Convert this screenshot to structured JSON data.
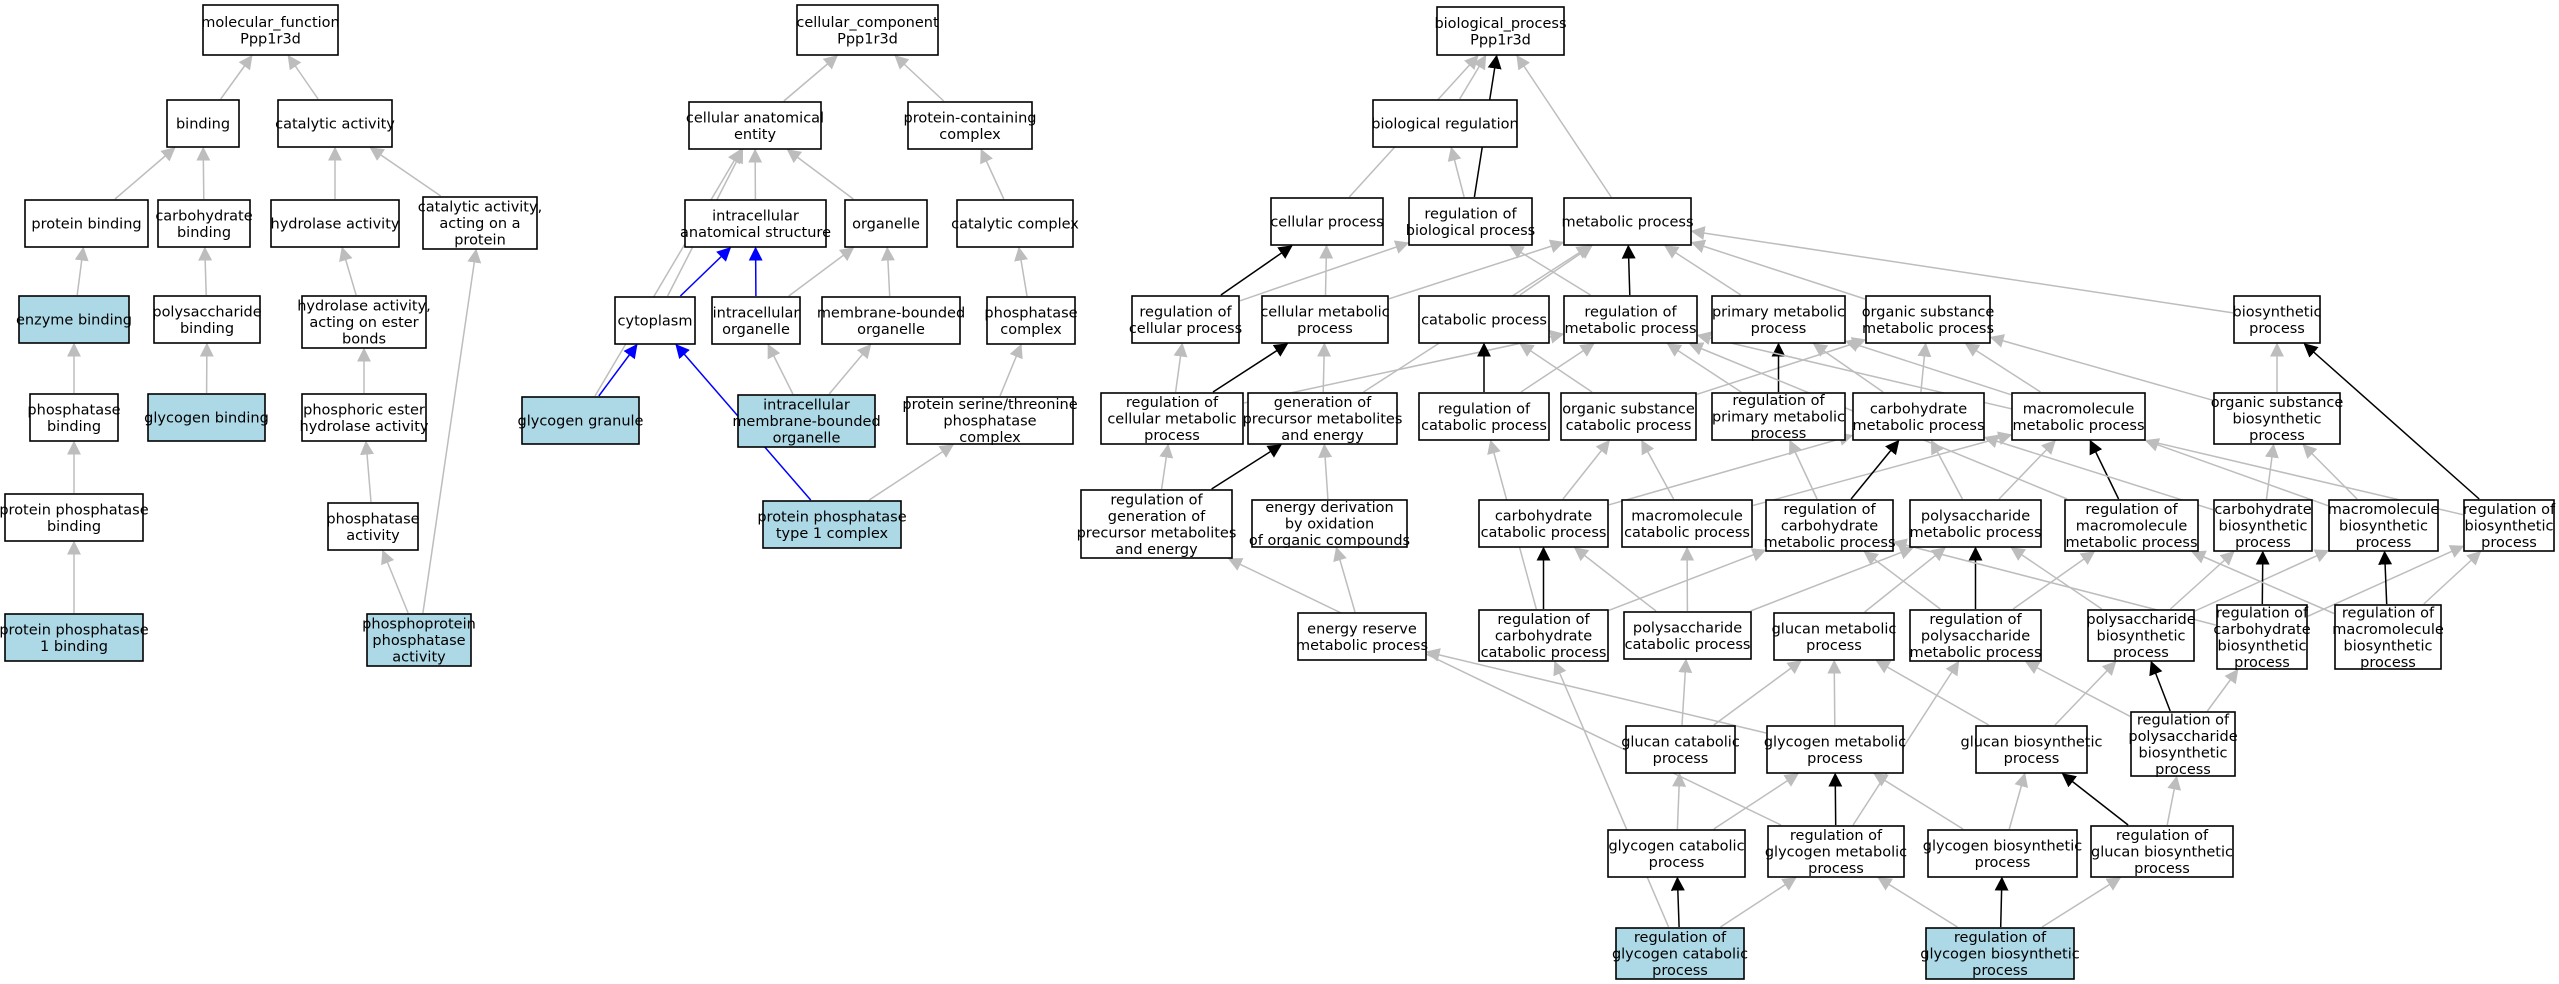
{
  "colors": {
    "highlight": "#add8e6",
    "plain": "#ffffff",
    "edge_gray": "#bdbdbd",
    "edge_black": "#000000",
    "edge_blue": "#0000ff"
  },
  "nodes": {
    "mf_root": [
      "molecular_function",
      "Ppp1r3d"
    ],
    "binding": [
      "binding"
    ],
    "catalytic": [
      "catalytic activity"
    ],
    "protein_binding": [
      "protein binding"
    ],
    "carb_binding": [
      "carbohydrate",
      "binding"
    ],
    "hydrolase": [
      "hydrolase activity"
    ],
    "cat_protein": [
      "catalytic activity,",
      "acting on a",
      "protein"
    ],
    "enzyme_binding": [
      "enzyme binding"
    ],
    "polysacc_binding": [
      "polysaccharide",
      "binding"
    ],
    "hydro_ester": [
      "hydrolase activity,",
      "acting on ester",
      "bonds"
    ],
    "phosphatase_binding": [
      "phosphatase",
      "binding"
    ],
    "glycogen_binding": [
      "glycogen binding"
    ],
    "phos_ester": [
      "phosphoric ester",
      "hydrolase activity"
    ],
    "pp_binding": [
      "protein phosphatase",
      "binding"
    ],
    "phosphatase_act": [
      "phosphatase",
      "activity"
    ],
    "pp1_binding": [
      "protein phosphatase",
      "1 binding"
    ],
    "phosphoprot": [
      "phosphoprotein",
      "phosphatase",
      "activity"
    ],
    "cc_root": [
      "cellular_component",
      "Ppp1r3d"
    ],
    "cae": [
      "cellular anatomical",
      "entity"
    ],
    "pcc": [
      "protein-containing",
      "complex"
    ],
    "ias": [
      "intracellular",
      "anatomical structure"
    ],
    "organelle": [
      "organelle"
    ],
    "cat_complex": [
      "catalytic complex"
    ],
    "cytoplasm": [
      "cytoplasm"
    ],
    "intra_org": [
      "intracellular",
      "organelle"
    ],
    "mbo": [
      "membrane-bounded",
      "organelle"
    ],
    "phos_complex": [
      "phosphatase",
      "complex"
    ],
    "gly_granule": [
      "glycogen granule"
    ],
    "imbo": [
      "intracellular",
      "membrane-bounded",
      "organelle"
    ],
    "pstp_complex": [
      "protein serine/threonine",
      "phosphatase",
      "complex"
    ],
    "pp1_complex": [
      "protein phosphatase",
      "type 1 complex"
    ],
    "bp_root": [
      "biological_process",
      "Ppp1r3d"
    ],
    "bio_reg": [
      "biological regulation"
    ],
    "cell_proc": [
      "cellular process"
    ],
    "reg_bio": [
      "regulation of",
      "biological process"
    ],
    "met_proc": [
      "metabolic process"
    ],
    "reg_cell": [
      "regulation of",
      "cellular process"
    ],
    "cell_met": [
      "cellular metabolic",
      "process"
    ],
    "catab": [
      "catabolic process"
    ],
    "reg_met": [
      "regulation of",
      "metabolic process"
    ],
    "prim_met": [
      "primary metabolic",
      "process"
    ],
    "org_met": [
      "organic substance",
      "metabolic process"
    ],
    "biosyn": [
      "biosynthetic",
      "process"
    ],
    "reg_cell_met": [
      "regulation of",
      "cellular metabolic",
      "process"
    ],
    "gen_prec": [
      "generation of",
      "precursor metabolites",
      "and energy"
    ],
    "reg_catab": [
      "regulation of",
      "catabolic process"
    ],
    "org_catab": [
      "organic substance",
      "catabolic process"
    ],
    "reg_prim": [
      "regulation of",
      "primary metabolic",
      "process"
    ],
    "carb_met": [
      "carbohydrate",
      "metabolic process"
    ],
    "macro_met": [
      "macromolecule",
      "metabolic process"
    ],
    "org_biosyn": [
      "organic substance",
      "biosynthetic",
      "process"
    ],
    "reg_gen": [
      "regulation of",
      "generation of",
      "precursor metabolites",
      "and energy"
    ],
    "energy_der": [
      "energy derivation",
      "by oxidation",
      "of organic compounds"
    ],
    "carb_catab": [
      "carbohydrate",
      "catabolic process"
    ],
    "macro_catab": [
      "macromolecule",
      "catabolic process"
    ],
    "reg_carb_met": [
      "regulation of",
      "carbohydrate",
      "metabolic process"
    ],
    "polysacc_met": [
      "polysaccharide",
      "metabolic process"
    ],
    "reg_macro_met": [
      "regulation of",
      "macromolecule",
      "metabolic process"
    ],
    "carb_bio": [
      "carbohydrate",
      "biosynthetic",
      "process"
    ],
    "macro_bio": [
      "macromolecule",
      "biosynthetic",
      "process"
    ],
    "reg_biosyn": [
      "regulation of",
      "biosynthetic",
      "process"
    ],
    "energy_res": [
      "energy reserve",
      "metabolic process"
    ],
    "reg_carb_catab": [
      "regulation of",
      "carbohydrate",
      "catabolic process"
    ],
    "polysacc_catab": [
      "polysaccharide",
      "catabolic process"
    ],
    "glucan_met": [
      "glucan metabolic",
      "process"
    ],
    "reg_polysacc_met": [
      "regulation of",
      "polysaccharide",
      "metabolic process"
    ],
    "polysacc_bio": [
      "polysaccharide",
      "biosynthetic",
      "process"
    ],
    "reg_carb_bio": [
      "regulation of",
      "carbohydrate",
      "biosynthetic",
      "process"
    ],
    "reg_macro_bio": [
      "regulation of",
      "macromolecule",
      "biosynthetic",
      "process"
    ],
    "glucan_catab": [
      "glucan catabolic",
      "process"
    ],
    "glycogen_met": [
      "glycogen metabolic",
      "process"
    ],
    "glucan_bio": [
      "glucan biosynthetic",
      "process"
    ],
    "reg_polysacc_bio": [
      "regulation of",
      "polysaccharide",
      "biosynthetic",
      "process"
    ],
    "glycogen_catab": [
      "glycogen catabolic",
      "process"
    ],
    "reg_glycogen_met": [
      "regulation of",
      "glycogen metabolic",
      "process"
    ],
    "glycogen_bio": [
      "glycogen biosynthetic",
      "process"
    ],
    "reg_glucan_bio": [
      "regulation of",
      "glucan biosynthetic",
      "process"
    ],
    "reg_glycogen_catab": [
      "regulation of",
      "glycogen catabolic",
      "process"
    ],
    "reg_glycogen_bio": [
      "regulation of",
      "glycogen biosynthetic",
      "process"
    ]
  },
  "highlighted": [
    "enzyme_binding",
    "glycogen_binding",
    "pp1_binding",
    "phosphoprot",
    "gly_granule",
    "imbo",
    "pp1_complex",
    "reg_glycogen_catab",
    "reg_glycogen_bio"
  ],
  "edges": [
    [
      "binding",
      "mf_root",
      "gray"
    ],
    [
      "catalytic",
      "mf_root",
      "gray"
    ],
    [
      "protein_binding",
      "binding",
      "gray"
    ],
    [
      "carb_binding",
      "binding",
      "gray"
    ],
    [
      "hydrolase",
      "catalytic",
      "gray"
    ],
    [
      "cat_protein",
      "catalytic",
      "gray"
    ],
    [
      "enzyme_binding",
      "protein_binding",
      "gray"
    ],
    [
      "polysacc_binding",
      "carb_binding",
      "gray"
    ],
    [
      "hydro_ester",
      "hydrolase",
      "gray"
    ],
    [
      "phosphatase_binding",
      "enzyme_binding",
      "gray"
    ],
    [
      "glycogen_binding",
      "polysacc_binding",
      "gray"
    ],
    [
      "phos_ester",
      "hydro_ester",
      "gray"
    ],
    [
      "pp_binding",
      "phosphatase_binding",
      "gray"
    ],
    [
      "phosphatase_act",
      "phos_ester",
      "gray"
    ],
    [
      "pp1_binding",
      "pp_binding",
      "gray"
    ],
    [
      "phosphoprot",
      "phosphatase_act",
      "gray"
    ],
    [
      "phosphoprot",
      "cat_protein",
      "gray"
    ],
    [
      "cae",
      "cc_root",
      "gray"
    ],
    [
      "pcc",
      "cc_root",
      "gray"
    ],
    [
      "ias",
      "cae",
      "gray"
    ],
    [
      "organelle",
      "cae",
      "gray"
    ],
    [
      "cytoplasm",
      "cae",
      "gray"
    ],
    [
      "gly_granule",
      "cae",
      "gray"
    ],
    [
      "cat_complex",
      "pcc",
      "gray"
    ],
    [
      "cytoplasm",
      "ias",
      "blue"
    ],
    [
      "intra_org",
      "ias",
      "blue"
    ],
    [
      "intra_org",
      "organelle",
      "gray"
    ],
    [
      "mbo",
      "organelle",
      "gray"
    ],
    [
      "phos_complex",
      "cat_complex",
      "gray"
    ],
    [
      "gly_granule",
      "cytoplasm",
      "blue"
    ],
    [
      "pp1_complex",
      "cytoplasm",
      "blue"
    ],
    [
      "imbo",
      "intra_org",
      "gray"
    ],
    [
      "imbo",
      "mbo",
      "gray"
    ],
    [
      "pstp_complex",
      "phos_complex",
      "gray"
    ],
    [
      "pp1_complex",
      "pstp_complex",
      "gray"
    ],
    [
      "bio_reg",
      "bp_root",
      "gray"
    ],
    [
      "cell_proc",
      "bp_root",
      "gray"
    ],
    [
      "met_proc",
      "bp_root",
      "gray"
    ],
    [
      "reg_bio",
      "bp_root",
      "black"
    ],
    [
      "reg_bio",
      "bio_reg",
      "gray"
    ],
    [
      "reg_cell",
      "cell_proc",
      "black"
    ],
    [
      "reg_cell",
      "reg_bio",
      "gray"
    ],
    [
      "cell_met",
      "cell_proc",
      "gray"
    ],
    [
      "cell_met",
      "met_proc",
      "gray"
    ],
    [
      "catab",
      "met_proc",
      "gray"
    ],
    [
      "reg_met",
      "met_proc",
      "black"
    ],
    [
      "reg_met",
      "reg_bio",
      "gray"
    ],
    [
      "prim_met",
      "met_proc",
      "gray"
    ],
    [
      "org_met",
      "met_proc",
      "gray"
    ],
    [
      "biosyn",
      "met_proc",
      "gray"
    ],
    [
      "reg_cell_met",
      "cell_met",
      "black"
    ],
    [
      "reg_cell_met",
      "reg_cell",
      "gray"
    ],
    [
      "reg_cell_met",
      "reg_met",
      "gray"
    ],
    [
      "gen_prec",
      "cell_met",
      "gray"
    ],
    [
      "gen_prec",
      "met_proc",
      "gray"
    ],
    [
      "reg_catab",
      "catab",
      "black"
    ],
    [
      "reg_catab",
      "reg_met",
      "gray"
    ],
    [
      "org_catab",
      "catab",
      "gray"
    ],
    [
      "org_catab",
      "org_met",
      "gray"
    ],
    [
      "reg_prim",
      "prim_met",
      "black"
    ],
    [
      "reg_prim",
      "reg_met",
      "gray"
    ],
    [
      "carb_met",
      "prim_met",
      "gray"
    ],
    [
      "carb_met",
      "org_met",
      "gray"
    ],
    [
      "macro_met",
      "prim_met",
      "gray"
    ],
    [
      "macro_met",
      "org_met",
      "gray"
    ],
    [
      "org_biosyn",
      "biosyn",
      "gray"
    ],
    [
      "org_biosyn",
      "org_met",
      "gray"
    ],
    [
      "reg_gen",
      "gen_prec",
      "black"
    ],
    [
      "reg_gen",
      "reg_cell_met",
      "gray"
    ],
    [
      "energy_der",
      "gen_prec",
      "gray"
    ],
    [
      "carb_catab",
      "carb_met",
      "gray"
    ],
    [
      "carb_catab",
      "org_catab",
      "gray"
    ],
    [
      "macro_catab",
      "macro_met",
      "gray"
    ],
    [
      "macro_catab",
      "org_catab",
      "gray"
    ],
    [
      "reg_carb_met",
      "carb_met",
      "black"
    ],
    [
      "reg_carb_met",
      "reg_prim",
      "gray"
    ],
    [
      "polysacc_met",
      "carb_met",
      "gray"
    ],
    [
      "polysacc_met",
      "macro_met",
      "gray"
    ],
    [
      "reg_macro_met",
      "macro_met",
      "black"
    ],
    [
      "reg_macro_met",
      "reg_met",
      "gray"
    ],
    [
      "carb_bio",
      "carb_met",
      "gray"
    ],
    [
      "carb_bio",
      "org_biosyn",
      "gray"
    ],
    [
      "macro_bio",
      "macro_met",
      "gray"
    ],
    [
      "macro_bio",
      "org_biosyn",
      "gray"
    ],
    [
      "reg_biosyn",
      "biosyn",
      "black"
    ],
    [
      "reg_biosyn",
      "reg_met",
      "gray"
    ],
    [
      "energy_res",
      "energy_der",
      "gray"
    ],
    [
      "reg_carb_catab",
      "carb_catab",
      "black"
    ],
    [
      "reg_carb_catab",
      "reg_catab",
      "gray"
    ],
    [
      "reg_carb_catab",
      "reg_carb_met",
      "gray"
    ],
    [
      "polysacc_catab",
      "carb_catab",
      "gray"
    ],
    [
      "polysacc_catab",
      "macro_catab",
      "gray"
    ],
    [
      "polysacc_catab",
      "polysacc_met",
      "gray"
    ],
    [
      "glucan_met",
      "polysacc_met",
      "gray"
    ],
    [
      "reg_polysacc_met",
      "polysacc_met",
      "black"
    ],
    [
      "reg_polysacc_met",
      "reg_carb_met",
      "gray"
    ],
    [
      "reg_polysacc_met",
      "reg_macro_met",
      "gray"
    ],
    [
      "polysacc_bio",
      "polysacc_met",
      "gray"
    ],
    [
      "polysacc_bio",
      "carb_bio",
      "gray"
    ],
    [
      "polysacc_bio",
      "macro_bio",
      "gray"
    ],
    [
      "reg_carb_bio",
      "carb_bio",
      "black"
    ],
    [
      "reg_carb_bio",
      "reg_carb_met",
      "gray"
    ],
    [
      "reg_carb_bio",
      "reg_biosyn",
      "gray"
    ],
    [
      "reg_macro_bio",
      "macro_bio",
      "black"
    ],
    [
      "reg_macro_bio",
      "reg_macro_met",
      "gray"
    ],
    [
      "reg_macro_bio",
      "reg_biosyn",
      "gray"
    ],
    [
      "glucan_catab",
      "glucan_met",
      "gray"
    ],
    [
      "glucan_catab",
      "polysacc_catab",
      "gray"
    ],
    [
      "glycogen_met",
      "glucan_met",
      "gray"
    ],
    [
      "glycogen_met",
      "energy_res",
      "gray"
    ],
    [
      "glucan_bio",
      "glucan_met",
      "gray"
    ],
    [
      "glucan_bio",
      "polysacc_bio",
      "gray"
    ],
    [
      "reg_polysacc_bio",
      "polysacc_bio",
      "black"
    ],
    [
      "reg_polysacc_bio",
      "reg_polysacc_met",
      "gray"
    ],
    [
      "reg_polysacc_bio",
      "reg_carb_bio",
      "gray"
    ],
    [
      "glycogen_catab",
      "glucan_catab",
      "gray"
    ],
    [
      "glycogen_catab",
      "glycogen_met",
      "gray"
    ],
    [
      "reg_glycogen_met",
      "glycogen_met",
      "black"
    ],
    [
      "reg_glycogen_met",
      "reg_polysacc_met",
      "gray"
    ],
    [
      "reg_glycogen_met",
      "reg_gen",
      "gray"
    ],
    [
      "glycogen_bio",
      "glycogen_met",
      "gray"
    ],
    [
      "glycogen_bio",
      "glucan_bio",
      "gray"
    ],
    [
      "reg_glucan_bio",
      "glucan_bio",
      "black"
    ],
    [
      "reg_glucan_bio",
      "reg_polysacc_bio",
      "gray"
    ],
    [
      "reg_glycogen_catab",
      "glycogen_catab",
      "black"
    ],
    [
      "reg_glycogen_catab",
      "reg_glycogen_met",
      "gray"
    ],
    [
      "reg_glycogen_catab",
      "reg_carb_catab",
      "gray"
    ],
    [
      "reg_glycogen_bio",
      "glycogen_bio",
      "black"
    ],
    [
      "reg_glycogen_bio",
      "reg_glycogen_met",
      "gray"
    ],
    [
      "reg_glycogen_bio",
      "reg_glucan_bio",
      "gray"
    ]
  ]
}
